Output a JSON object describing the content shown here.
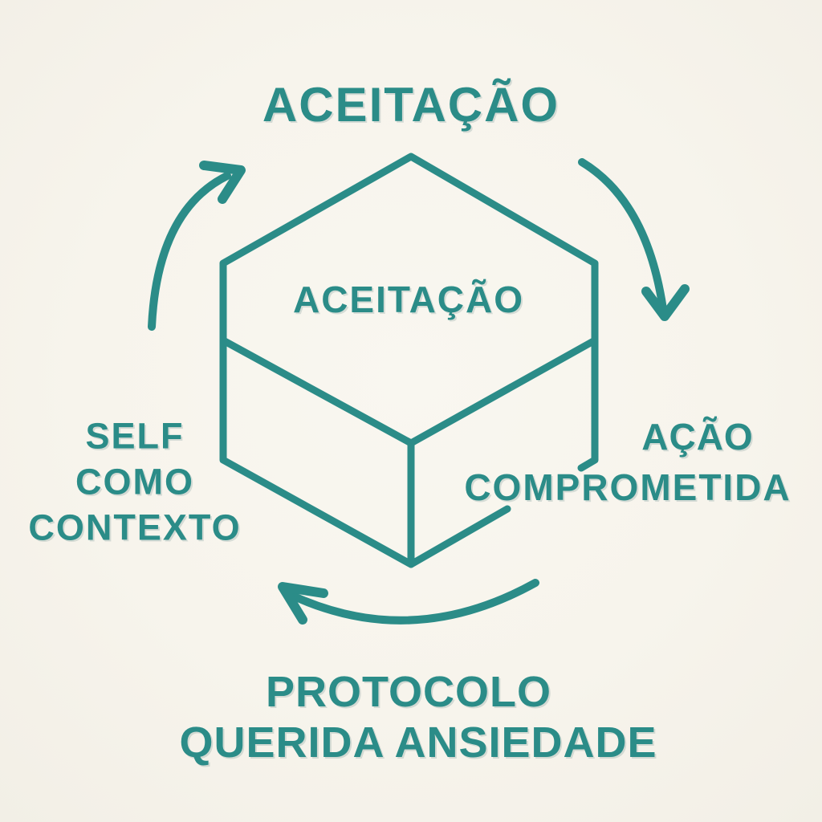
{
  "colors": {
    "teal": "#2B8C88",
    "background": "#F7F4EC"
  },
  "title": "ACEITAÇÃO",
  "cube": {
    "top_face_label": "ACEITAÇÃO"
  },
  "labels": {
    "left": {
      "lines": [
        "SELF",
        "COMO",
        "CONTEXTO"
      ]
    },
    "right": {
      "line1": "AÇÃO",
      "line2": "COMPROMETIDA"
    },
    "bottom": {
      "line1": "PROTOCOLO",
      "line2": "QUERIDA ANSIEDADE"
    }
  },
  "icons": {
    "arrow_top_left": "curved-arrow-pointing-up-right",
    "arrow_right": "curved-arrow-pointing-down",
    "arrow_bottom": "curved-arrow-pointing-left"
  }
}
